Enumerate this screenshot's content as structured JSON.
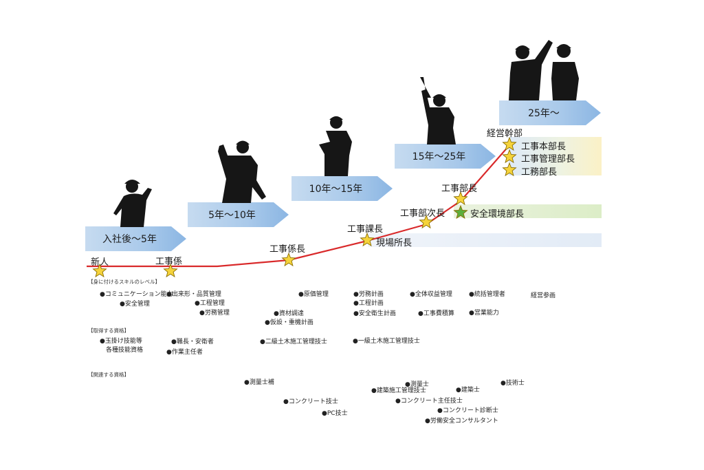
{
  "stages": [
    {
      "label": "入社後〜5年"
    },
    {
      "label": "5年〜10年"
    },
    {
      "label": "10年〜15年"
    },
    {
      "label": "15年〜25年"
    },
    {
      "label": "25年〜"
    }
  ],
  "ranks": {
    "shinjin": "新人",
    "koujigakari": "工事係",
    "koujigakarichou": "工事係長",
    "koujikachou": "工事課長",
    "genbashochou": "現場所長",
    "koujibujichou": "工事部次長",
    "koujibuchou": "工事部長",
    "anzen": "安全環境部長",
    "keiei": "経営幹部",
    "honbuchou": "工事本部長",
    "kanribuchou": "工事管理部長",
    "koumubuchou": "工務部長"
  },
  "sections": {
    "skills": "【身に付けるスキルのレベル】",
    "quals": "【取得する資格】",
    "related": "【関連する資格】"
  },
  "skills": {
    "s1": "●コミュニケーション能力",
    "s2": "●安全管理",
    "s3": "●出来形・品質管理",
    "s4": "●工程管理",
    "s5": "●労務管理",
    "s6": "●原価管理",
    "s7": "●資材調達",
    "s8": "●仮設・重機計画",
    "s9": "●労務計画",
    "s10": "●工程計画",
    "s11": "●安全衛生計画",
    "s12": "●全体収益管理",
    "s13": "●工事費積算",
    "s14": "●統括管理者",
    "s15": "●営業能力",
    "s16": "経営参画"
  },
  "quals": {
    "q1a": "●玉掛け技能等",
    "q1b": "各種技能資格",
    "q2": "●職長・安衛者",
    "q3": "●作業主任者",
    "q4": "●二級土木施工管理技士",
    "q5": "●一級土木施工管理技士"
  },
  "related": {
    "r1": "●測量士補",
    "r2": "●コンクリート技士",
    "r3": "●PC技士",
    "r4": "●測量士",
    "r5": "●建築施工管理技士",
    "r6": "●コンクリート主任技士",
    "r7": "●コンクリート診断士",
    "r8": "●労働安全コンサルタント",
    "r9": "●建築士",
    "r10": "●技術士"
  },
  "colors": {
    "path_line": "#d9292a",
    "star_yellow": "#f5d33b",
    "star_green": "#5cae3c",
    "arrow_blue": "#8bb6e3",
    "silhouette": "#161616"
  }
}
